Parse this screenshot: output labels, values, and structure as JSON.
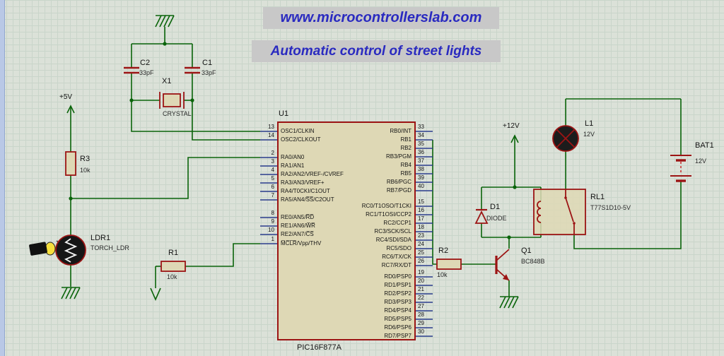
{
  "titles": {
    "site": "www.microcontrollerslab.com",
    "caption": "Automatic control of street lights"
  },
  "colors": {
    "background": "#dbe1d8",
    "grid": "#c9d5ca",
    "wire": "#0a640a",
    "component": "#9c1414",
    "chip_fill": "#ded8b5",
    "pin": "#2b3c8c",
    "banner_bg": "#c8c8c8",
    "banner_text": "#2a2ac0",
    "lamp_fill": "#1c1c1c",
    "torch_light": "#f5df3d",
    "battery_dash": "#cc2020"
  },
  "power": {
    "vcc5": "+5V",
    "vcc12": "+12V"
  },
  "components": {
    "u1": {
      "ref": "U1",
      "value": "PIC16F877A"
    },
    "c1": {
      "ref": "C1",
      "value": "33pF"
    },
    "c2": {
      "ref": "C2",
      "value": "33pF"
    },
    "x1": {
      "ref": "X1",
      "value": "CRYSTAL"
    },
    "r1": {
      "ref": "R1",
      "value": "10k"
    },
    "r2": {
      "ref": "R2",
      "value": "10k"
    },
    "r3": {
      "ref": "R3",
      "value": "10k"
    },
    "ldr1": {
      "ref": "LDR1",
      "value": "TORCH_LDR"
    },
    "q1": {
      "ref": "Q1",
      "value": "BC848B"
    },
    "d1": {
      "ref": "D1",
      "value": "DIODE"
    },
    "rl1": {
      "ref": "RL1",
      "value": "T77S1D10-5V"
    },
    "l1": {
      "ref": "L1",
      "value": "12V"
    },
    "bat1": {
      "ref": "BAT1",
      "value": "12V"
    }
  },
  "chip": {
    "left_pin_groups": [
      [
        {
          "num": "13",
          "name": "OSC1/CLKIN"
        },
        {
          "num": "14",
          "name": "OSC2/CLKOUT"
        }
      ],
      [
        {
          "num": "2",
          "name": "RA0/AN0"
        },
        {
          "num": "3",
          "name": "RA1/AN1"
        },
        {
          "num": "4",
          "name": "RA2/AN2/VREF-/CVREF"
        },
        {
          "num": "5",
          "name": "RA3/AN3/VREF+"
        },
        {
          "num": "6",
          "name": "RA4/T0CKI/C1OUT"
        },
        {
          "num": "7",
          "name": "RA5/AN4/S̅S̅/C2OUT"
        }
      ],
      [
        {
          "num": "8",
          "name": "RE0/AN5/R̅D̅"
        },
        {
          "num": "9",
          "name": "RE1/AN6/W̅R̅"
        },
        {
          "num": "10",
          "name": "RE2/AN7/C̅S̅"
        }
      ],
      [
        {
          "num": "1",
          "name": "M̅C̅L̅R̅/Vpp/THV"
        }
      ]
    ],
    "right_pin_groups": [
      [
        {
          "num": "33",
          "name": "RB0/INT"
        },
        {
          "num": "34",
          "name": "RB1"
        },
        {
          "num": "35",
          "name": "RB2"
        },
        {
          "num": "36",
          "name": "RB3/PGM"
        },
        {
          "num": "37",
          "name": "RB4"
        },
        {
          "num": "38",
          "name": "RB5"
        },
        {
          "num": "39",
          "name": "RB6/PGC"
        },
        {
          "num": "40",
          "name": "RB7/PGD"
        }
      ],
      [
        {
          "num": "15",
          "name": "RC0/T1OSO/T1CKI"
        },
        {
          "num": "16",
          "name": "RC1/T1OSI/CCP2"
        },
        {
          "num": "17",
          "name": "RC2/CCP1"
        },
        {
          "num": "18",
          "name": "RC3/SCK/SCL"
        },
        {
          "num": "23",
          "name": "RC4/SDI/SDA"
        },
        {
          "num": "24",
          "name": "RC5/SDO"
        },
        {
          "num": "25",
          "name": "RC6/TX/CK"
        },
        {
          "num": "26",
          "name": "RC7/RX/DT"
        }
      ],
      [
        {
          "num": "19",
          "name": "RD0/PSP0"
        },
        {
          "num": "20",
          "name": "RD1/PSP1"
        },
        {
          "num": "21",
          "name": "RD2/PSP2"
        },
        {
          "num": "22",
          "name": "RD3/PSP3"
        },
        {
          "num": "27",
          "name": "RD4/PSP4"
        },
        {
          "num": "28",
          "name": "RD5/PSP5"
        },
        {
          "num": "29",
          "name": "RD6/PSP6"
        },
        {
          "num": "30",
          "name": "RD7/PSP7"
        }
      ]
    ]
  }
}
